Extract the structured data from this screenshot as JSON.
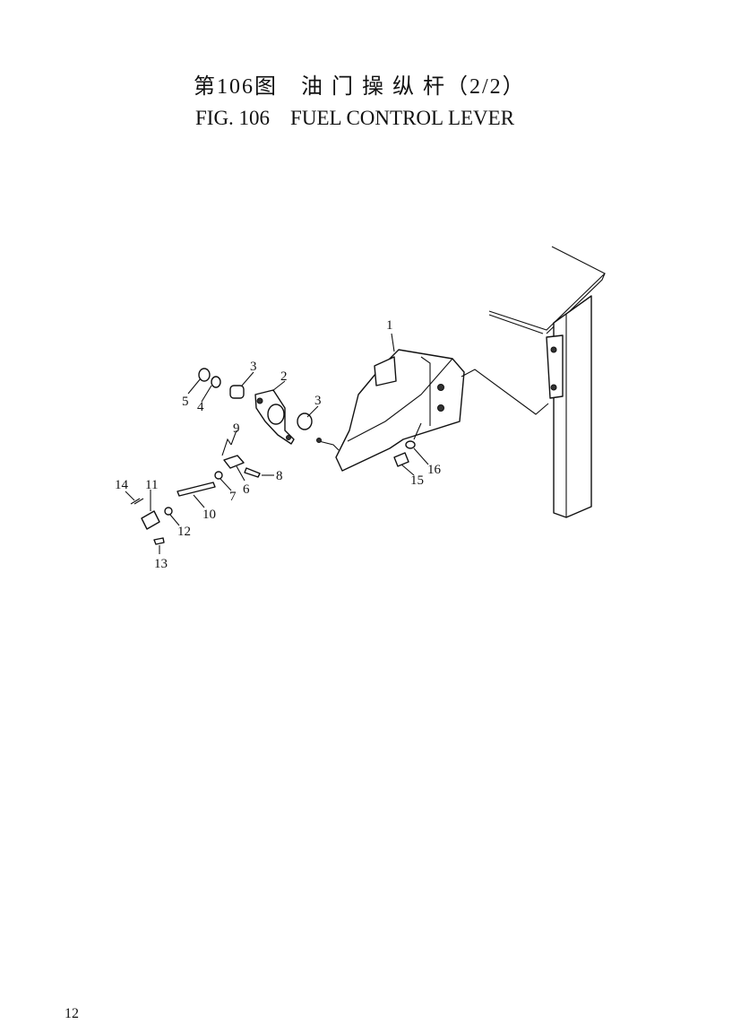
{
  "header": {
    "title_cn": "第106图　油 门 操 纵 杆（2/2）",
    "title_en": "FIG. 106　FUEL CONTROL LEVER"
  },
  "diagram": {
    "callouts": [
      "1",
      "2",
      "3",
      "3",
      "4",
      "5",
      "6",
      "7",
      "8",
      "9",
      "10",
      "11",
      "12",
      "13",
      "14",
      "15",
      "16"
    ]
  },
  "footer": {
    "page_number": "12"
  }
}
